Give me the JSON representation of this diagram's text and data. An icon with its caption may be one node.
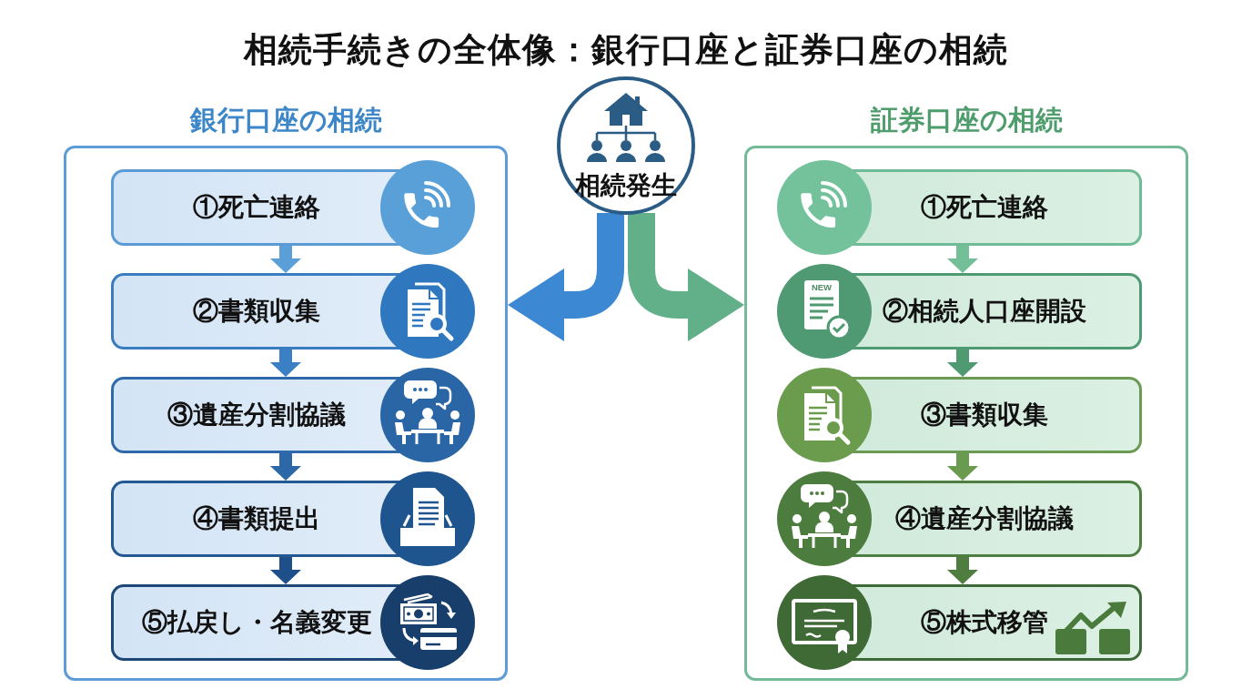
{
  "diagram": {
    "title": "相続手続きの全体像：銀行口座と証券口座の相続",
    "nodes": [
      {
        "text": [
          "銀行口座の相続"
        ]
      },
      {
        "text": [
          "①死亡連絡"
        ],
        "in": 0
      },
      {
        "text": [
          "②書類収集"
        ],
        "in": 0
      },
      {
        "text": [
          "③遺産分割協議"
        ],
        "in": 0
      },
      {
        "text": [
          "④書類提出"
        ],
        "in": 0
      },
      {
        "text": [
          "⑤払戻し・名義変更"
        ],
        "in": 0
      },
      {
        "text": [
          "相続発生"
        ]
      },
      {
        "text": [
          "証券口座の相続"
        ]
      },
      {
        "text": [
          "①死亡連絡"
        ],
        "in": 7
      },
      {
        "text": [
          "②相続人口座開設"
        ],
        "in": 7
      },
      {
        "text": [
          "③書類収集"
        ],
        "in": 7
      },
      {
        "text": [
          "④遺産分割協議"
        ],
        "in": 7
      },
      {
        "text": [
          "⑤株式移管"
        ],
        "in": 7
      }
    ],
    "edges": [
      {
        "from": 6,
        "to": 0,
        "arrow": "to",
        "style": "thick",
        "color": "#3d88d2"
      },
      {
        "from": 6,
        "to": 7,
        "arrow": "to",
        "style": "thick",
        "color": "#62b089"
      },
      {
        "from": 1,
        "to": 2,
        "arrow": "to",
        "color": "#5a9fd8"
      },
      {
        "from": 2,
        "to": 3,
        "arrow": "to",
        "color": "#3b7fc4"
      },
      {
        "from": 3,
        "to": 4,
        "arrow": "to",
        "color": "#2c68a8"
      },
      {
        "from": 4,
        "to": 5,
        "arrow": "to",
        "color": "#1f4f8a"
      },
      {
        "from": 8,
        "to": 9,
        "arrow": "to",
        "color": "#72bf98"
      },
      {
        "from": 9,
        "to": 10,
        "arrow": "to",
        "color": "#4f9a70"
      },
      {
        "from": 10,
        "to": 11,
        "arrow": "to",
        "color": "#6a9a4e"
      },
      {
        "from": 11,
        "to": 12,
        "arrow": "to",
        "color": "#4f7d40"
      }
    ],
    "labels": [
      "NEW"
    ]
  }
}
